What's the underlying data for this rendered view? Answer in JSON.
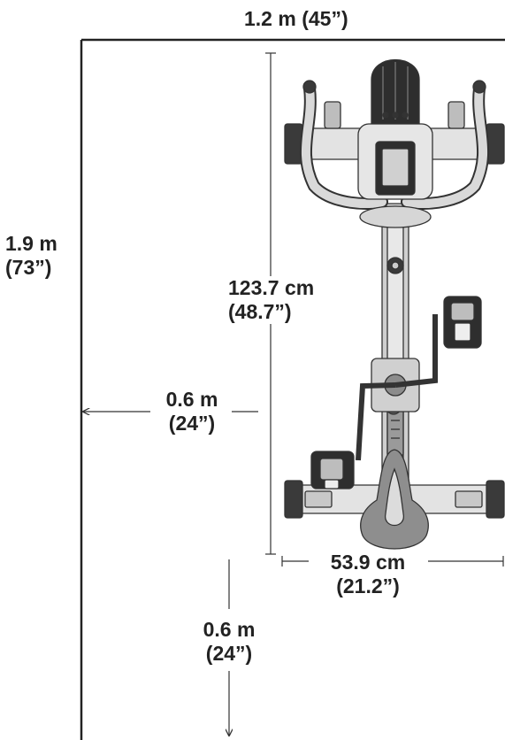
{
  "diagram": {
    "clearance_width": {
      "metric": "1.2 m",
      "imperial": "(45”)"
    },
    "clearance_length": {
      "metric": "1.9 m",
      "imperial": "(73”)"
    },
    "bike_length": {
      "metric": "123.7 cm",
      "imperial": "(48.7”)"
    },
    "side_clearance": {
      "metric": "0.6 m",
      "imperial": "(24”)"
    },
    "bike_width": {
      "metric": "53.9 cm",
      "imperial": "(21.2”)"
    },
    "rear_clearance": {
      "metric": "0.6 m",
      "imperial": "(24”)"
    }
  },
  "colors": {
    "line": "#222222",
    "bike_dark": "#3a3a3a",
    "bike_mid": "#8c8c8c",
    "bike_light": "#d9d9d9"
  }
}
